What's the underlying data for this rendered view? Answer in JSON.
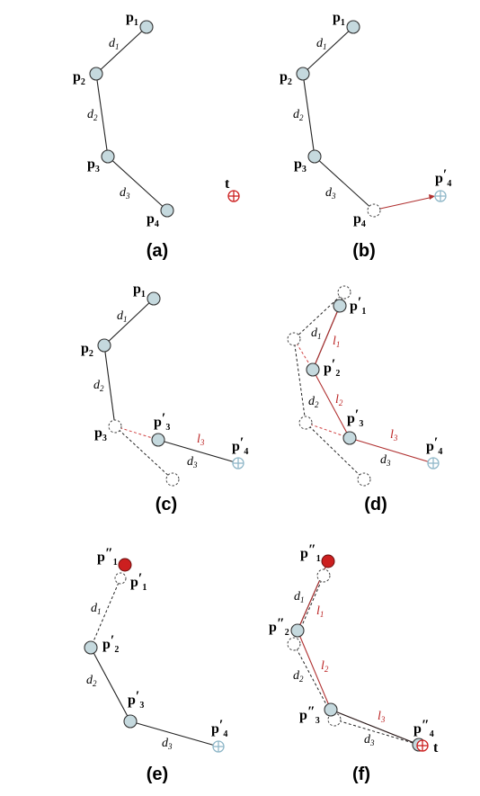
{
  "panels": [
    {
      "id": "a",
      "caption": "(a)"
    },
    {
      "id": "b",
      "caption": "(b)"
    },
    {
      "id": "c",
      "caption": "(c)"
    },
    {
      "id": "d",
      "caption": "(d)"
    },
    {
      "id": "e",
      "caption": "(e)"
    },
    {
      "id": "f",
      "caption": "(f)"
    }
  ],
  "symbols": {
    "point": "p",
    "prime": "′",
    "double_prime": "″",
    "target": "t",
    "distance": "d",
    "length": "l",
    "indices": [
      "1",
      "2",
      "3",
      "4"
    ]
  },
  "colors": {
    "node_fill": "#c5d9de",
    "target_red": "#cc1f1f",
    "target_blue": "#8fb7c8",
    "segment_red": "#b03030"
  }
}
